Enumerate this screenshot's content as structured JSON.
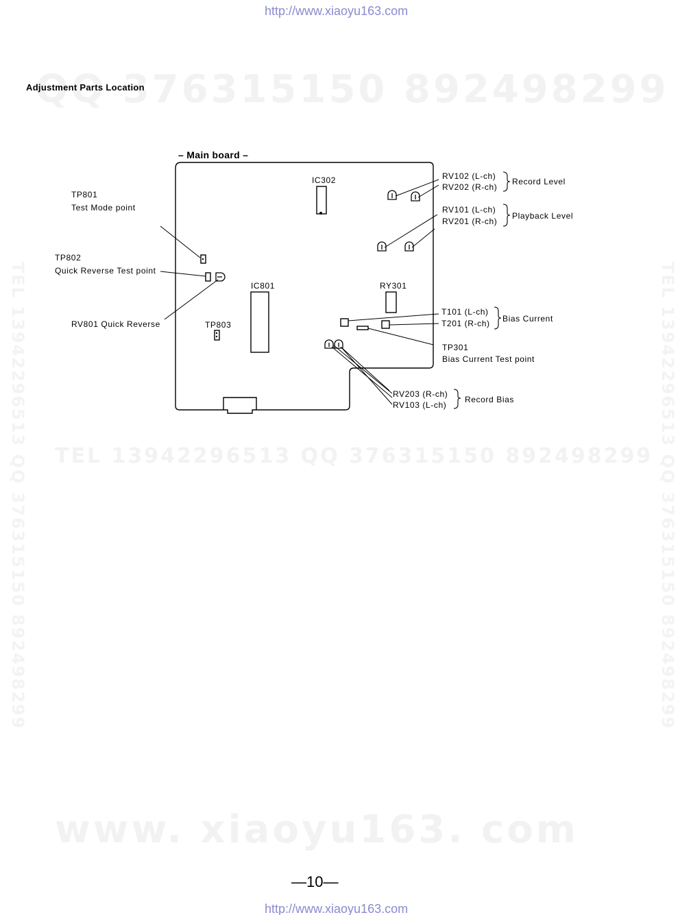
{
  "header_url": "http://www.xiaoyu163.com",
  "footer_url": "http://www.xiaoyu163.com",
  "watermarks": {
    "top": "QQ 376315150   892498299",
    "middle": "TEL 13942296513       QQ 376315150  892498299",
    "bottom": "www. xiaoyu163. com",
    "left_vertical": "TEL 13942296513  QQ 376315150  892498299",
    "right_vertical": "TEL 13942296513  QQ 376315150  892498299"
  },
  "page_title": "Adjustment  Parts  Location",
  "board_title": "– Main  board –",
  "components": {
    "ic302": "IC302",
    "ic801": "IC801",
    "ry301": "RY301",
    "tp803": "TP803"
  },
  "callouts": {
    "tp801": {
      "ref": "TP801",
      "desc": "Test  Mode  point"
    },
    "tp802": {
      "ref": "TP802",
      "desc": "Quick  Reverse  Test  point"
    },
    "rv801": "RV801  Quick  Reverse",
    "rv102": "RV102  (L-ch)",
    "rv202": "RV202  (R-ch)",
    "record_level": "Record  Level",
    "rv101": "RV101  (L-ch)",
    "rv201": "RV201  (R-ch)",
    "playback_level": "Playback  Level",
    "t101": "T101  (L-ch)",
    "t201": "T201  (R-ch)",
    "bias_current": "Bias  Current",
    "tp301": {
      "ref": "TP301",
      "desc": "Bias  Current  Test  point"
    },
    "rv203": "RV203  (R-ch)",
    "rv103": "RV103  (L-ch)",
    "record_bias": "Record  Bias"
  },
  "page_number": "—10—"
}
